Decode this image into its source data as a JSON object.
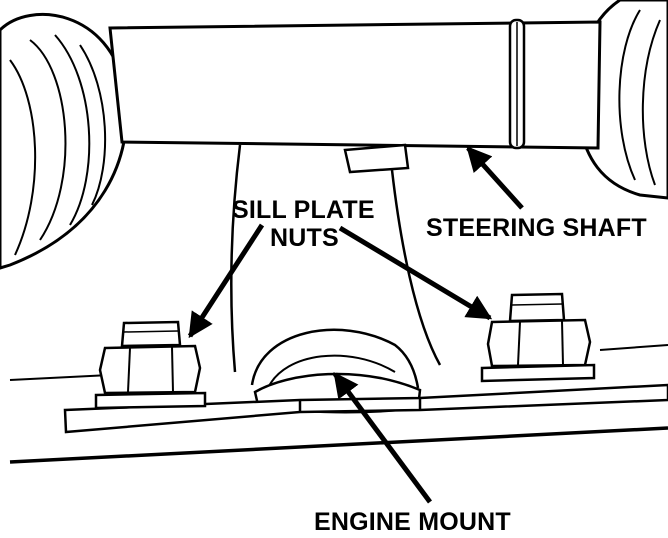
{
  "labels": {
    "steering_shaft": "STEERING SHAFT",
    "sill_plate_line1": "SILL PLATE",
    "sill_plate_line2": "NUTS",
    "engine_mount": "ENGINE MOUNT"
  },
  "colors": {
    "ink": "#000000",
    "paper": "#ffffff",
    "shade": "#e9e9e9"
  }
}
